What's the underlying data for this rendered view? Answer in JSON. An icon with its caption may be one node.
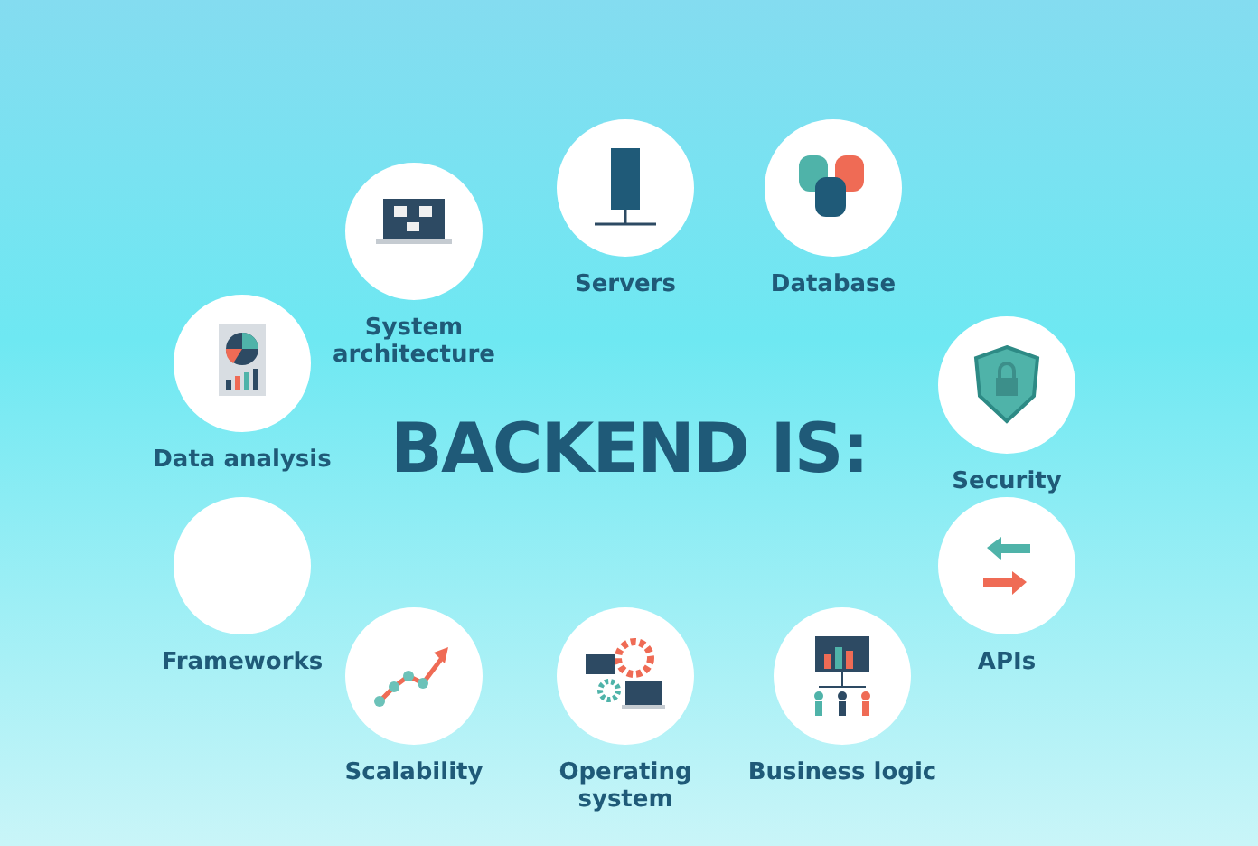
{
  "diagram": {
    "title": "BACKEND IS:",
    "nodes": [
      {
        "text": [
          "System architecture"
        ]
      },
      {
        "text": [
          "Servers"
        ]
      },
      {
        "text": [
          "Database"
        ]
      },
      {
        "text": [
          "Data analysis"
        ]
      },
      {
        "text": [
          "Security"
        ]
      },
      {
        "text": [
          "Frameworks"
        ]
      },
      {
        "text": [
          "APIs"
        ]
      },
      {
        "text": [
          "Scalability"
        ]
      },
      {
        "text": [
          "Operating system"
        ]
      },
      {
        "text": [
          "Business logic"
        ]
      }
    ],
    "edges": []
  }
}
